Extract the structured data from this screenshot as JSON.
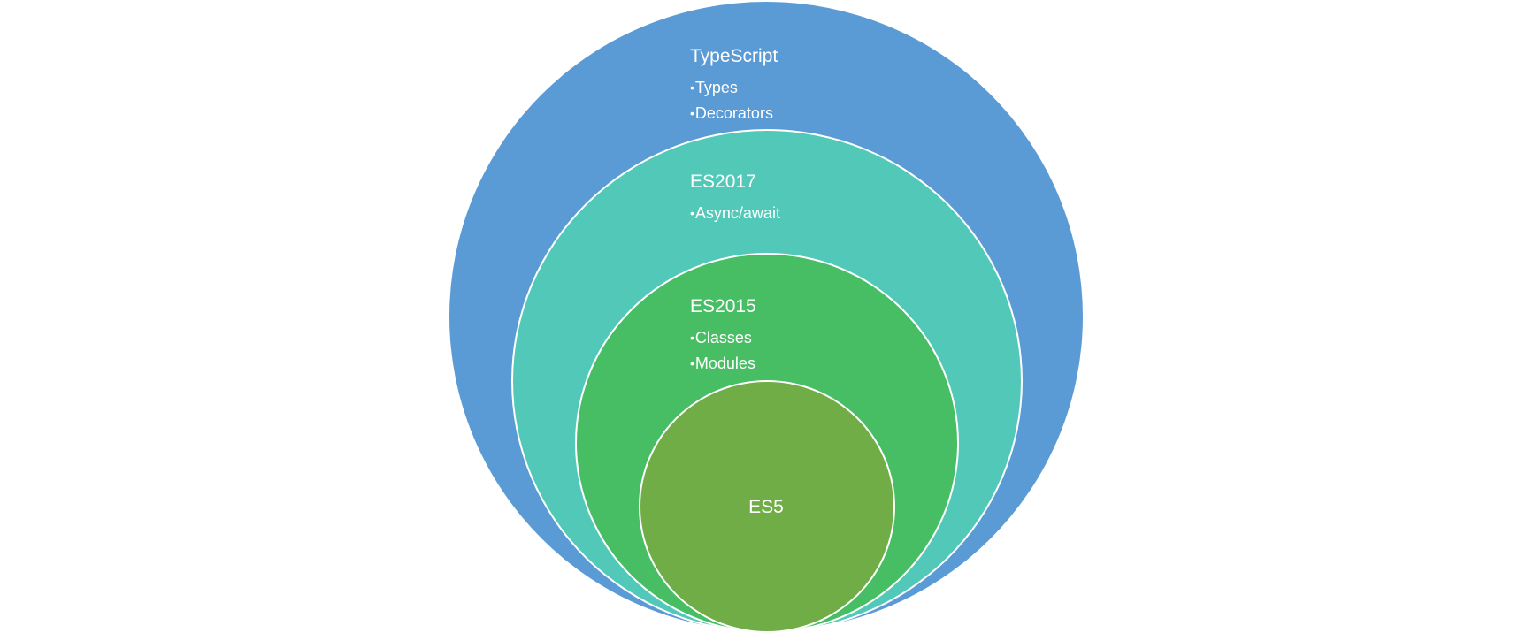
{
  "diagram": {
    "layers": [
      {
        "title": "TypeScript",
        "items": [
          "Types",
          "Decorators"
        ],
        "color": "#5B9BD5"
      },
      {
        "title": "ES2017",
        "items": [
          "Async/await"
        ],
        "color": "#52C9B8"
      },
      {
        "title": "ES2015",
        "items": [
          "Classes",
          "Modules"
        ],
        "color": "#47BE63"
      },
      {
        "title": "ES5",
        "items": [],
        "color": "#70AD47"
      }
    ],
    "bullet": "•"
  }
}
